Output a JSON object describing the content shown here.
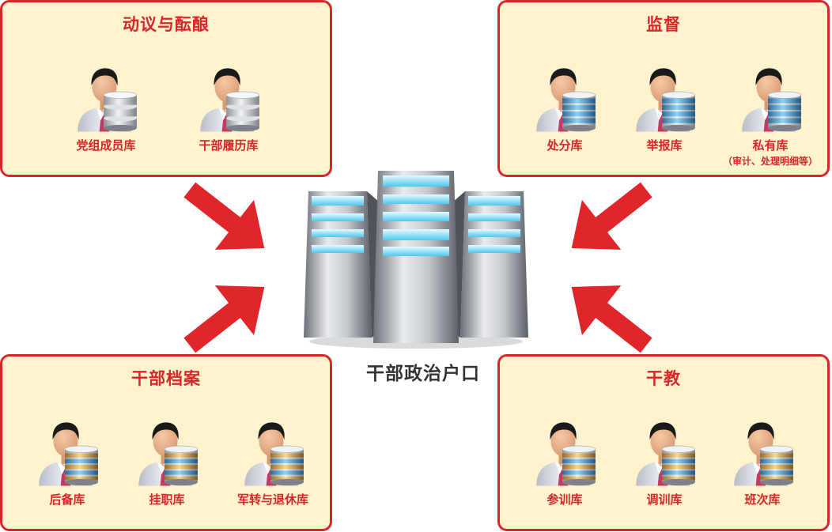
{
  "center": {
    "label": "干部政治户口"
  },
  "panels": [
    {
      "title": "动议与酝酿",
      "items": [
        {
          "label": "党组成员库"
        },
        {
          "label": "干部履历库"
        }
      ]
    },
    {
      "title": "监督",
      "items": [
        {
          "label": "处分库"
        },
        {
          "label": "举报库"
        },
        {
          "label": "私有库",
          "sub": "（审计、处理明细等）"
        }
      ]
    },
    {
      "title": "干部档案",
      "items": [
        {
          "label": "后备库"
        },
        {
          "label": "挂职库"
        },
        {
          "label": "军转与退休库"
        }
      ]
    },
    {
      "title": "干教",
      "items": [
        {
          "label": "参训库"
        },
        {
          "label": "调训库"
        },
        {
          "label": "班次库"
        }
      ]
    }
  ],
  "colors": {
    "panel_border": "#d8262b",
    "panel_fill": "#fdf3cc",
    "arrow": "#e0262b",
    "label_text": "#d8262b"
  },
  "icons": {
    "person": "person-with-database-icon",
    "server": "server-tower-icon",
    "arrow": "arrow-icon"
  }
}
